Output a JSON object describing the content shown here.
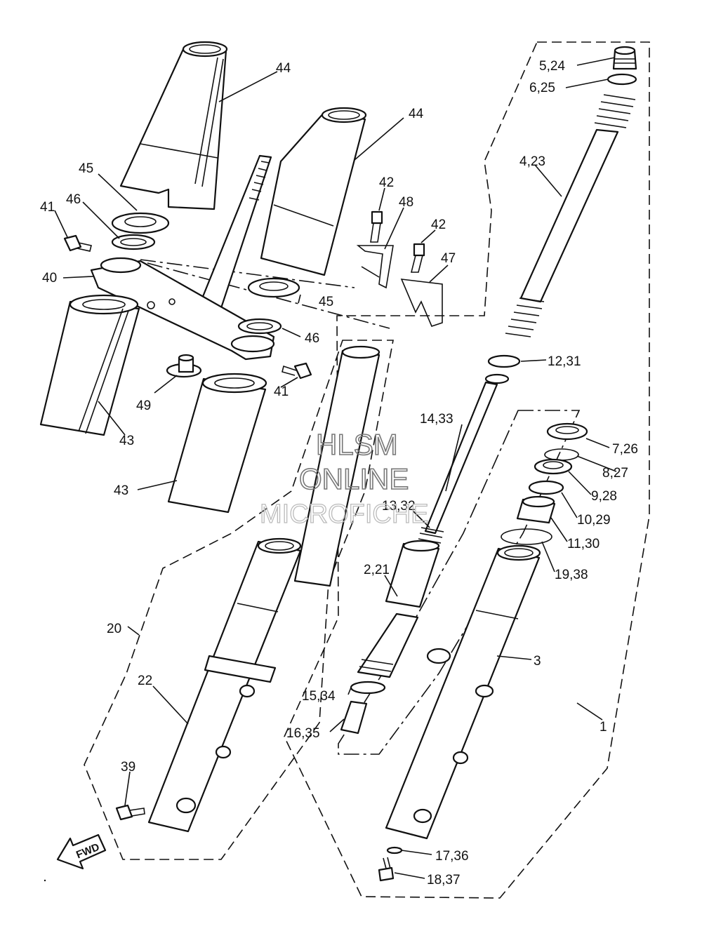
{
  "watermark": {
    "line1": "HLSM",
    "line2": "ONLINE",
    "line3": "MICROFICHE"
  },
  "direction_badge": "FWD",
  "callouts": {
    "p44a": "44",
    "p44b": "44",
    "p45a": "45",
    "p45b": "45",
    "p46a": "46",
    "p46b": "46",
    "p41a": "41",
    "p41b": "41",
    "p40": "40",
    "p43a": "43",
    "p43b": "43",
    "p49": "49",
    "p42a": "42",
    "p42b": "42",
    "p48": "48",
    "p47": "47",
    "p5_24": "5,24",
    "p6_25": "6,25",
    "p4_23": "4,23",
    "p12_31": "12,31",
    "p14_33": "14,33",
    "p7_26": "7,26",
    "p8_27": "8,27",
    "p9_28": "9,28",
    "p10_29": "10,29",
    "p11_30": "11,30",
    "p13_32": "13,32",
    "p19_38": "19,38",
    "p2_21": "2,21",
    "p3": "3",
    "p20": "20",
    "p22": "22",
    "p15_34": "15,34",
    "p16_35": "16,35",
    "p1": "1",
    "p39": "39",
    "p17_36": "17,36",
    "p18_37": "18,37"
  }
}
